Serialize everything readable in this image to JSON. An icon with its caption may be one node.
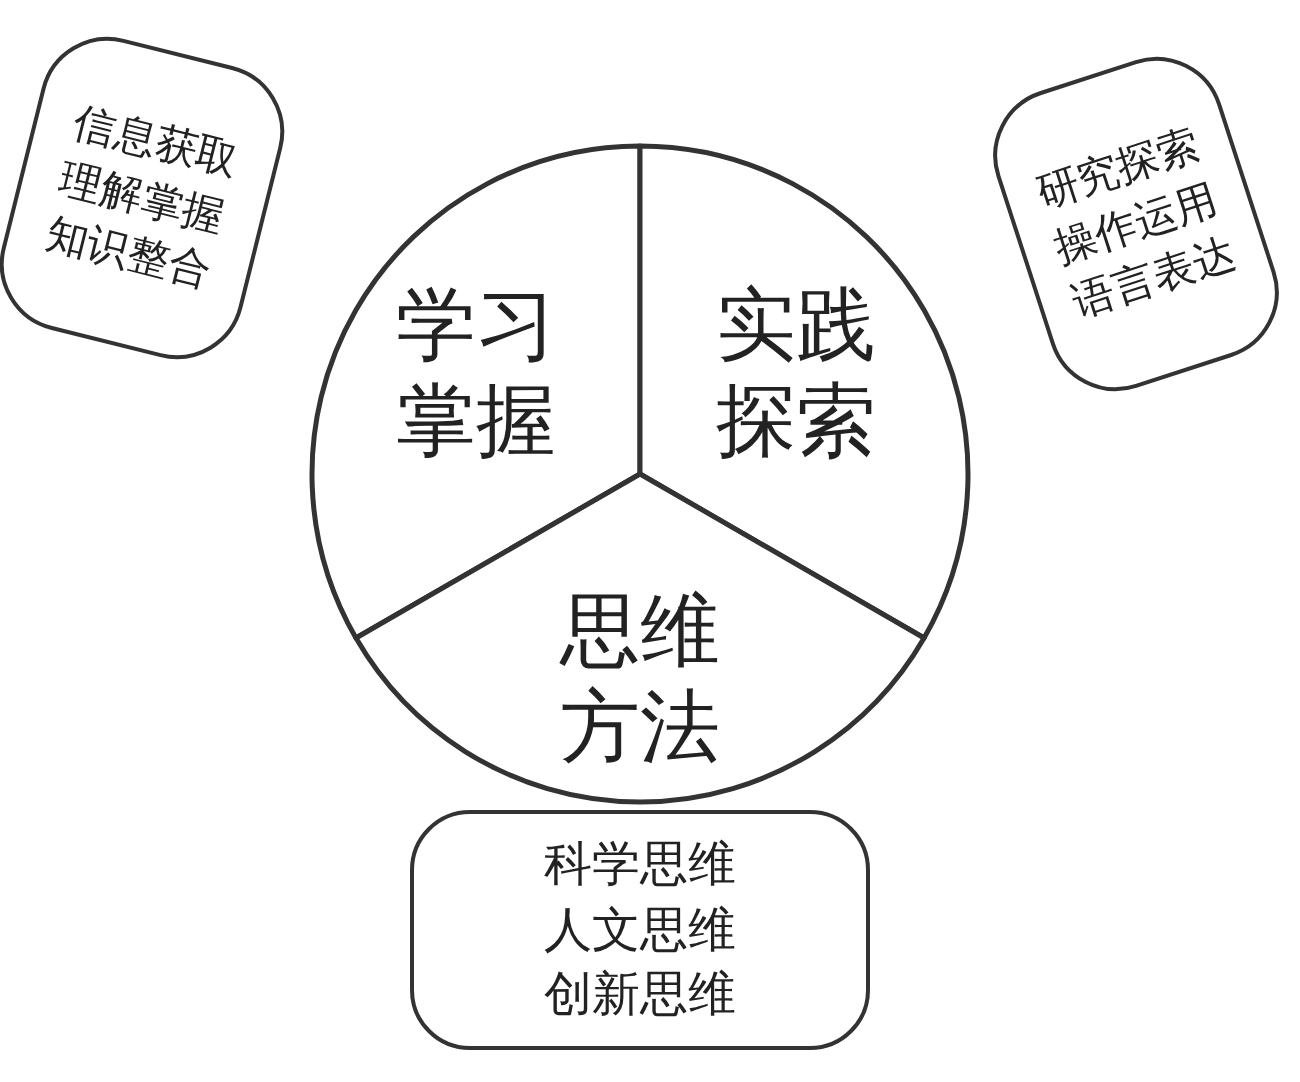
{
  "diagram": {
    "nodes": [
      {
        "text": [
          "信息获取理解掌握知识整合"
        ]
      },
      {
        "text": [
          "学习掌握"
        ]
      },
      {
        "text": [
          "实践探索"
        ]
      },
      {
        "text": [
          "研究探索操作运用语言表达"
        ]
      },
      {
        "text": [
          "思维方法"
        ]
      },
      {
        "text": [
          "科学思维人文思维创新思维"
        ]
      }
    ]
  }
}
